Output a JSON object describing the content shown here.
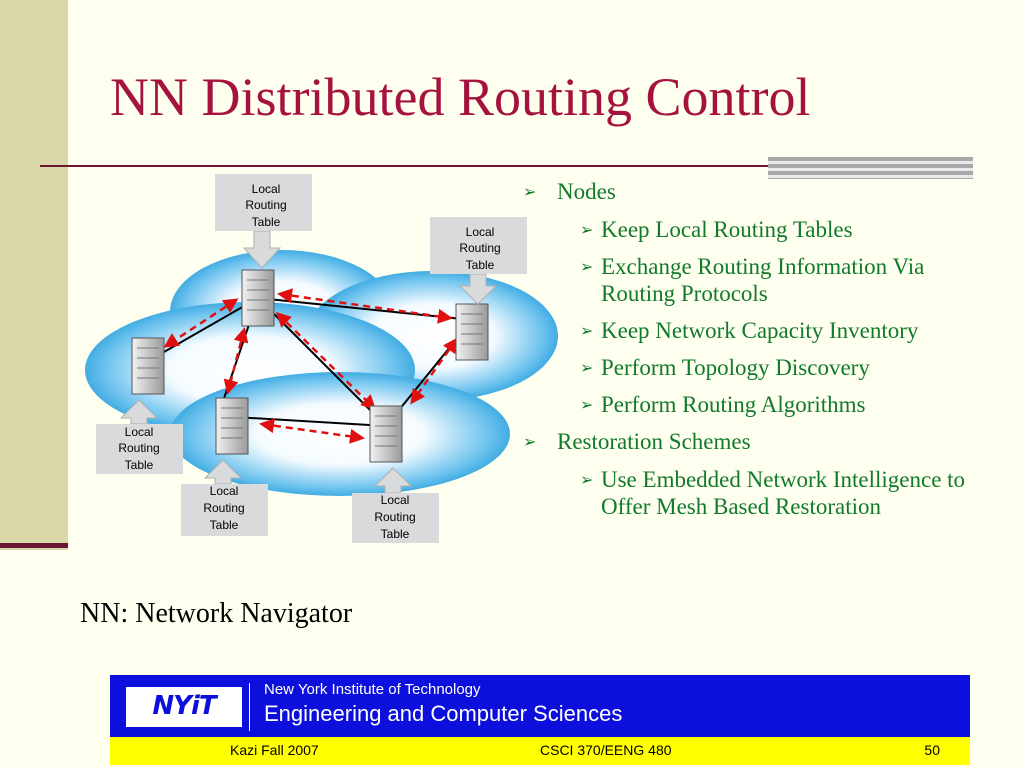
{
  "slide": {
    "title": "NN Distributed Routing Control",
    "legend_note": "NN: Network Navigator"
  },
  "diagram": {
    "routing_label_lines": [
      "Local",
      "Routing",
      "Table"
    ]
  },
  "bullets": [
    {
      "level": 1,
      "text": "Nodes"
    },
    {
      "level": 2,
      "text": "Keep Local Routing Tables"
    },
    {
      "level": 2,
      "text": "Exchange Routing Information Via Routing Protocols"
    },
    {
      "level": 2,
      "text": "Keep Network Capacity Inventory"
    },
    {
      "level": 2,
      "text": "Perform Topology Discovery"
    },
    {
      "level": 2,
      "text": "Perform Routing Algorithms"
    },
    {
      "level": 1,
      "text": "Restoration Schemes"
    },
    {
      "level": 2,
      "text": "Use Embedded Network Intelligence to Offer Mesh Based Restoration"
    }
  ],
  "footer": {
    "logo_text": "NYiT",
    "org_line1": "New York Institute of Technology",
    "org_line2": "Engineering and Computer Sciences",
    "author_term": "Kazi   Fall 2007",
    "course": "CSCI 370/EENG 480",
    "page_number": "50"
  },
  "colors": {
    "title": "#a5123e",
    "bullet_text": "#107a2a",
    "footer_blue": "#0d0fdc",
    "footer_yellow": "#ffff00",
    "accent_rule": "#6b1535",
    "cloud": "#29a3e0",
    "exchange_arrow": "#e01010"
  }
}
